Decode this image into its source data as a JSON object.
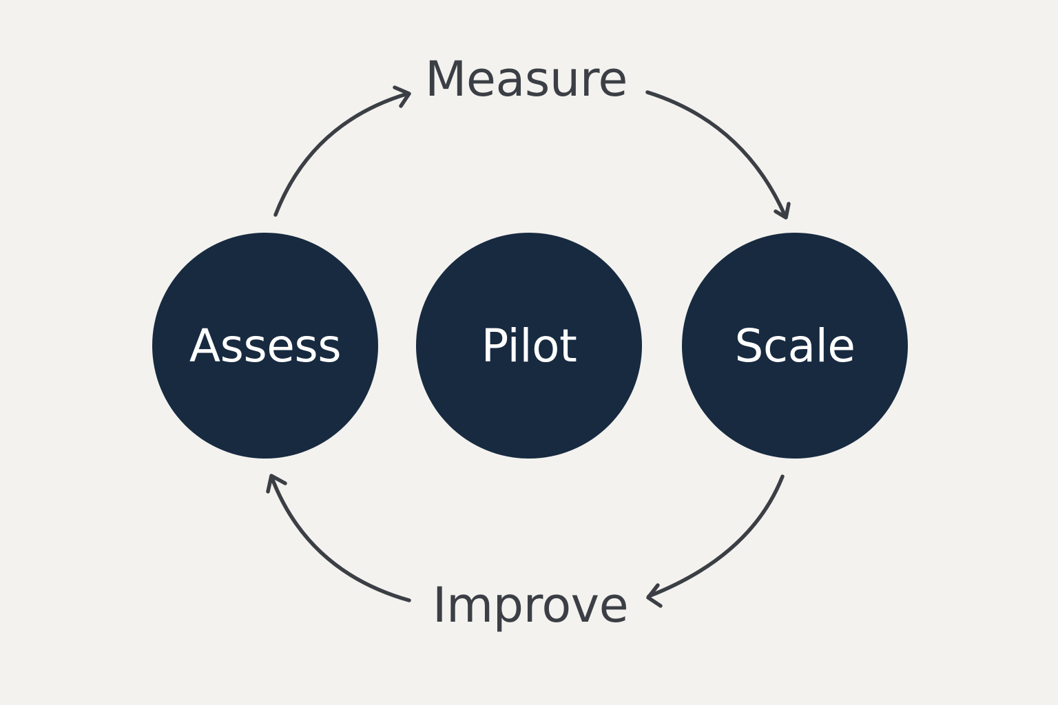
{
  "colors": {
    "background": "#f3f2ee",
    "node_fill": "#172a40",
    "node_text": "#ffffff",
    "label_text": "#3b3f45",
    "arrow": "#3b3f45"
  },
  "nodes": {
    "assess": "Assess",
    "pilot": "Pilot",
    "scale": "Scale"
  },
  "labels": {
    "top": "Measure",
    "bottom": "Improve"
  },
  "arrows": [
    {
      "from": "Assess",
      "to": "Measure"
    },
    {
      "from": "Measure",
      "to": "Scale"
    },
    {
      "from": "Scale",
      "to": "Improve"
    },
    {
      "from": "Improve",
      "to": "Assess"
    }
  ]
}
